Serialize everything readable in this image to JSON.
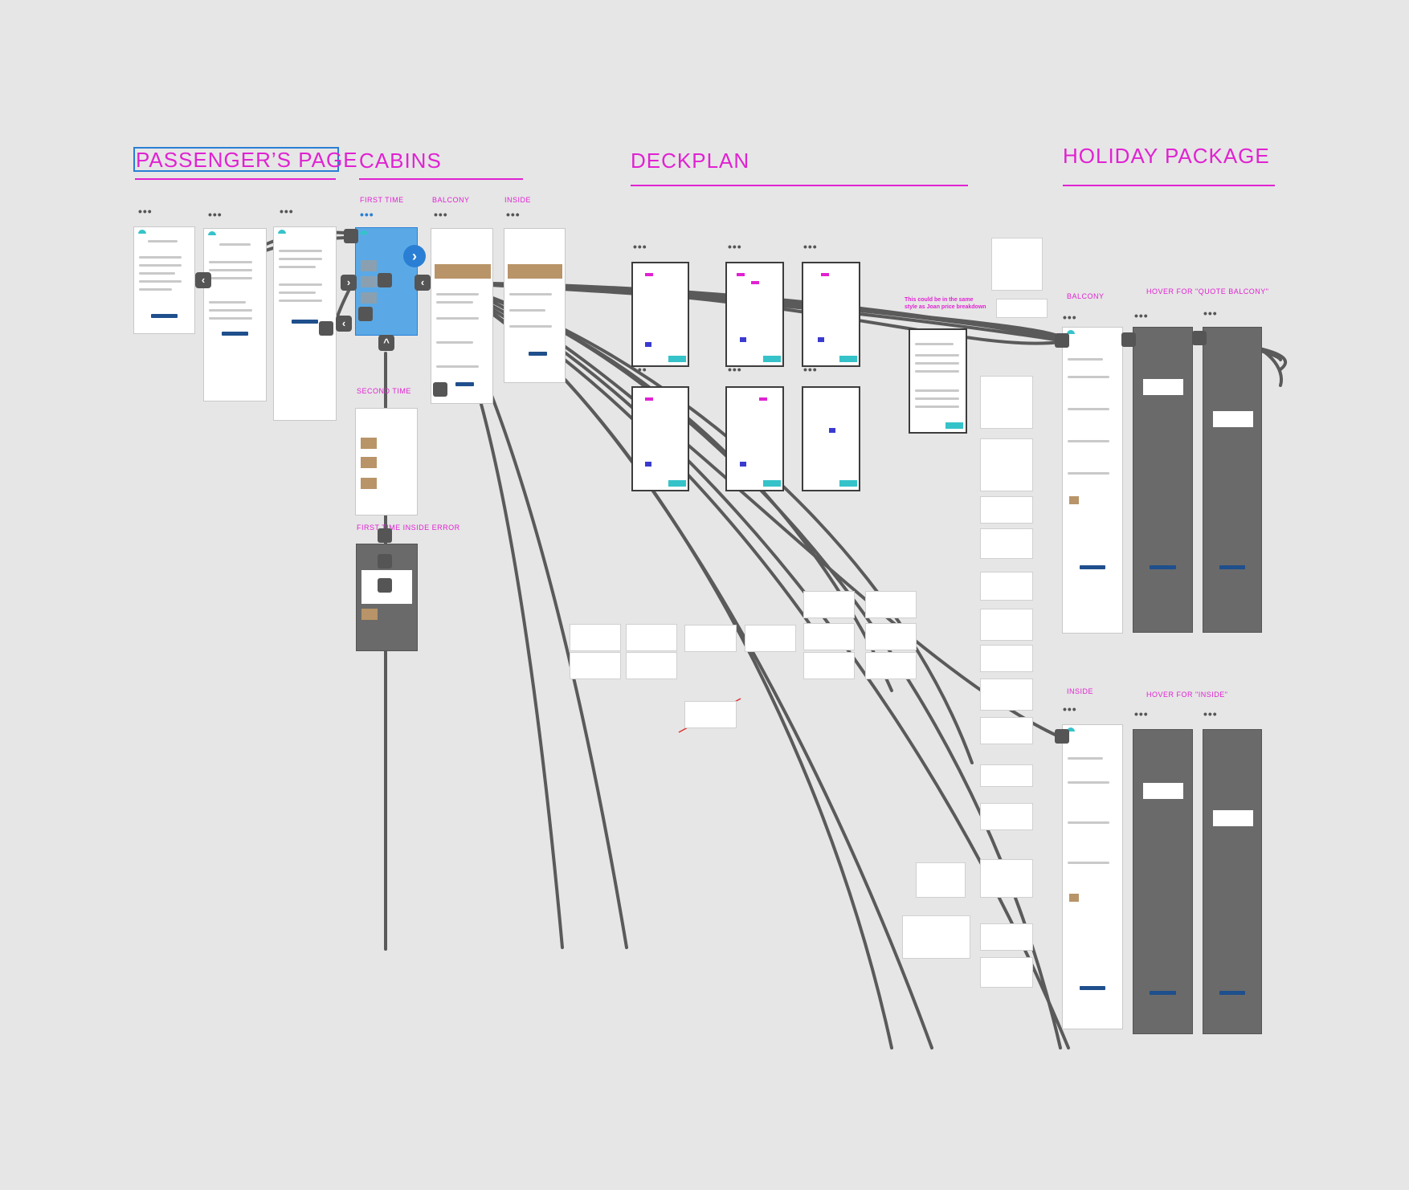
{
  "sections": {
    "passengers": "PASSENGER’S PAGE",
    "cabins": "CABINS",
    "deckplan": "DECKPLAN",
    "holiday": "HOLIDAY PACKAGE"
  },
  "labels": {
    "first_time": "FIRST TIME",
    "balcony_cabin": "BALCONY",
    "inside_cabin": "INSIDE",
    "second_time": "SECOND TIME",
    "first_time_inside_error": "FIRST TIME INSIDE ERROR",
    "balcony": "BALCONY",
    "hover_quote_balcony": "HOVER FOR \"QUOTE BALCONY\"",
    "inside": "INSIDE",
    "hover_inside": "HOVER FOR \"INSIDE\""
  },
  "note": "This could be in the same style as Joan price breakdown",
  "dots": "•••",
  "colors": {
    "canvas": "#e6e6e6",
    "annotation": "#e022d2",
    "connector": "#5a5a5a",
    "selection": "#2a7fd4",
    "brand_teal": "#35c3c9",
    "primary_button": "#1f4f8c"
  }
}
